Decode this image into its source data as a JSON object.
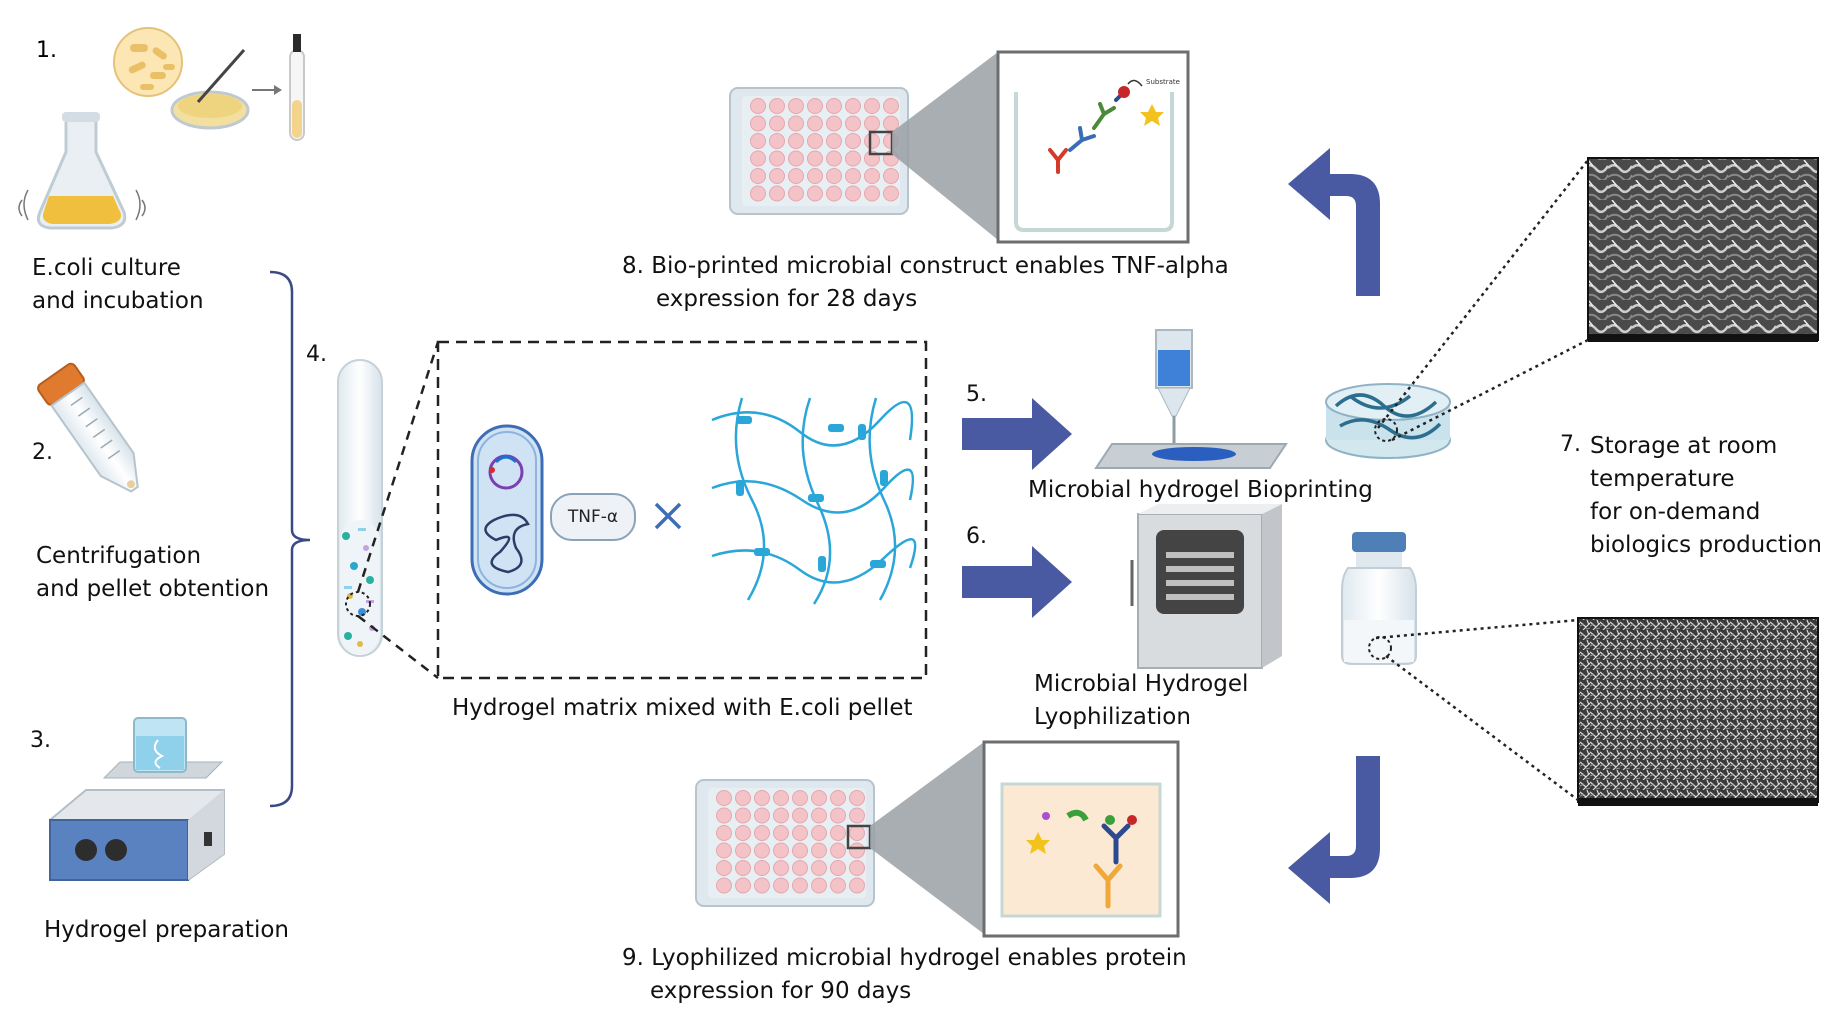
{
  "steps": {
    "s1": {
      "num": "1.",
      "line1": "E.coli culture",
      "line2": "and incubation"
    },
    "s2": {
      "num": "2.",
      "line1": "Centrifugation",
      "line2": "and pellet obtention"
    },
    "s3": {
      "num": "3.",
      "line1": "Hydrogel preparation"
    },
    "s4": {
      "num": "4.",
      "caption": "Hydrogel matrix mixed with E.coli pellet",
      "molecule": "TNF-α"
    },
    "s5": {
      "num": "5.",
      "caption": "Microbial hydrogel Bioprinting"
    },
    "s6": {
      "num": "6.",
      "line1": "Microbial Hydrogel",
      "line2": "Lyophilization"
    },
    "s7": {
      "num": "7.",
      "line1": "Storage at room",
      "line2": "temperature",
      "line3": "for on-demand",
      "line4": "biologics  production"
    },
    "s8": {
      "num": "8.",
      "line1": "Bio-printed microbial  construct enables TNF-alpha",
      "line2": "expression for 28 days",
      "inset_label": "Substrate"
    },
    "s9": {
      "num": "9.",
      "line1": "Lyophilized microbial hydrogel enables protein",
      "line2": "expression for 90 days"
    }
  },
  "colors": {
    "arrow": "#4a5aa2",
    "bracket": "#3b4a86",
    "well": "#f3c3c8",
    "plate": "#dfe8ee",
    "hydrogel": "#2aa6d8",
    "cell": "#3d6db5",
    "amber": "#f0b847"
  }
}
